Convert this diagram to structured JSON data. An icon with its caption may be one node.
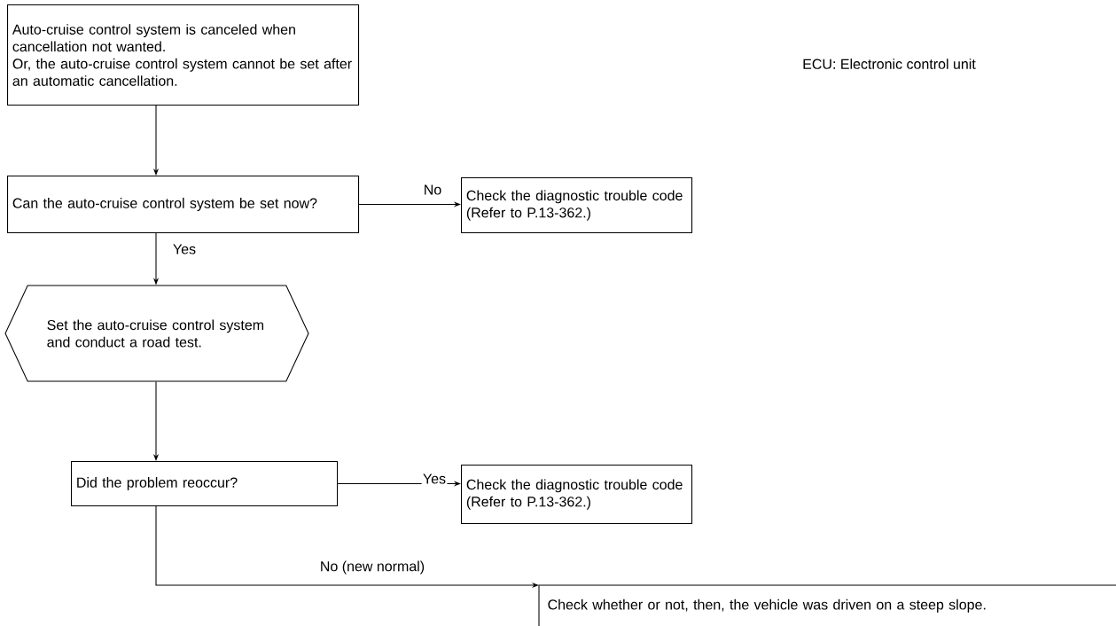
{
  "diagram": {
    "nodes": [
      {
        "text": [
          "Auto-cruise control system is canceled when cancellation not wanted.",
          "Or, the auto-cruise control system cannot be set after an automatic cancellation."
        ]
      },
      {
        "text": [
          "Can the auto-cruise control system be set now?"
        ]
      },
      {
        "text": [
          "Check the diagnostic trouble code (Refer to P.13-362.)"
        ]
      },
      {
        "text": [
          "Set the auto-cruise control system and conduct a road test."
        ]
      },
      {
        "text": [
          "Did the problem reoccur?"
        ]
      },
      {
        "text": [
          "Check the diagnostic trouble code (Refer to P.13-362.)"
        ]
      },
      {
        "text": [
          "Check whether or not, then, the vehicle was driven on a steep slope."
        ]
      }
    ],
    "edges": [
      {
        "from": 0,
        "to": 1,
        "arrow": "to"
      },
      {
        "from": 1,
        "to": 2,
        "arrow": "to",
        "label": "No"
      },
      {
        "from": 1,
        "to": 3,
        "arrow": "to",
        "label": "Yes"
      },
      {
        "from": 3,
        "to": 4,
        "arrow": "to"
      },
      {
        "from": 4,
        "to": 5,
        "arrow": "to",
        "label": "Yes"
      },
      {
        "from": 4,
        "to": 6,
        "arrow": "to",
        "label": "No (new normal)"
      }
    ],
    "labels": [
      "ECU: Electronic control unit"
    ]
  }
}
